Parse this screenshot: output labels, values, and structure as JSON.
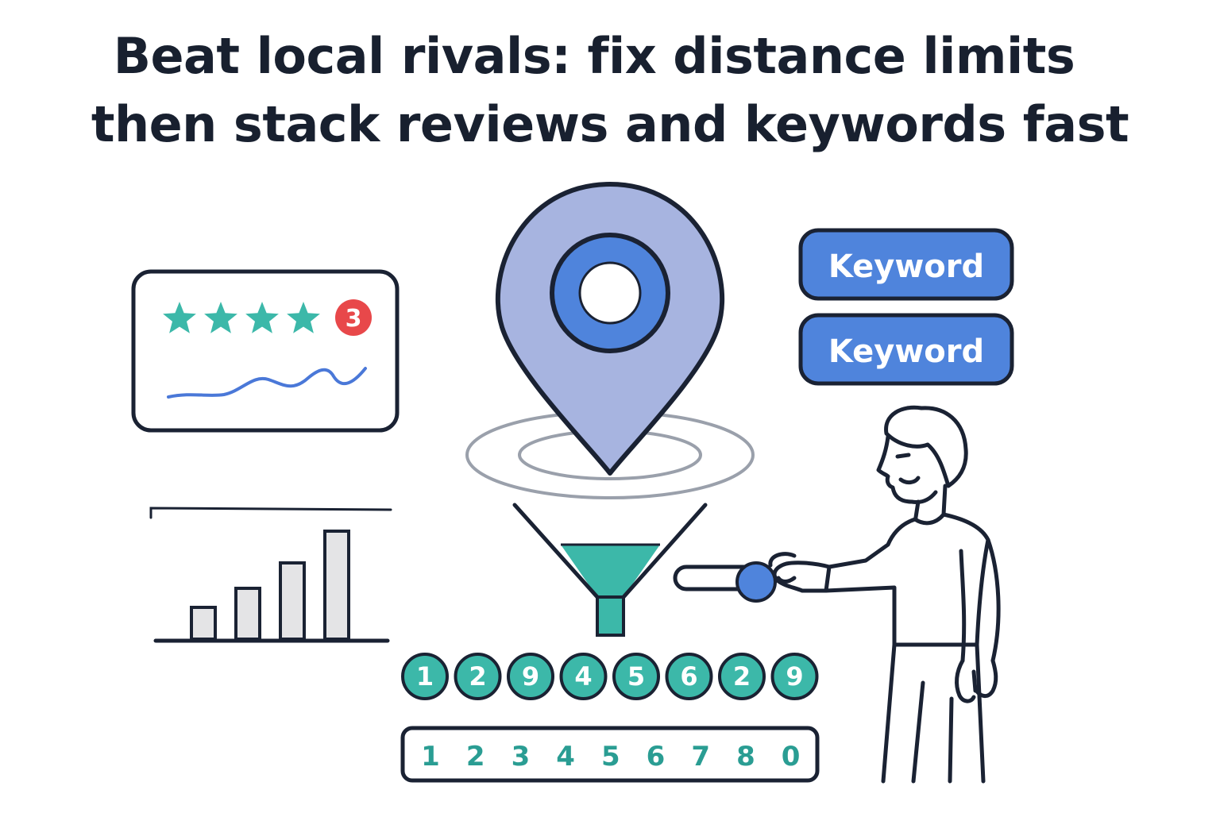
{
  "headline": {
    "line1": "Beat local rivals: fix distance limits",
    "line2": "then stack reviews and keywords fast"
  },
  "review_card": {
    "stars": 4,
    "badge_count": "3",
    "star_color": "#3cb8a9",
    "badge_color": "#e8484a",
    "trend_color": "#4a78d8"
  },
  "bar_chart": {
    "bars": [
      0.25,
      0.4,
      0.6,
      0.85
    ]
  },
  "map_pin": {
    "icon": "map-pin-icon",
    "fill_color": "#a7b4e0",
    "ring_color": "#4f84dc"
  },
  "keyword_buttons": [
    {
      "label": "Keyword"
    },
    {
      "label": "Keyword"
    }
  ],
  "funnel": {
    "icon": "funnel-icon",
    "fill_color": "#3cb8a9"
  },
  "digit_circles": [
    "1",
    "2",
    "9",
    "4",
    "5",
    "6",
    "2",
    "9"
  ],
  "digit_strip": [
    "1",
    "2",
    "3",
    "4",
    "5",
    "6",
    "7",
    "8",
    "0"
  ],
  "key": {
    "icon": "key-icon",
    "color": "#4f84dc"
  },
  "person": {
    "icon": "person-figure"
  }
}
